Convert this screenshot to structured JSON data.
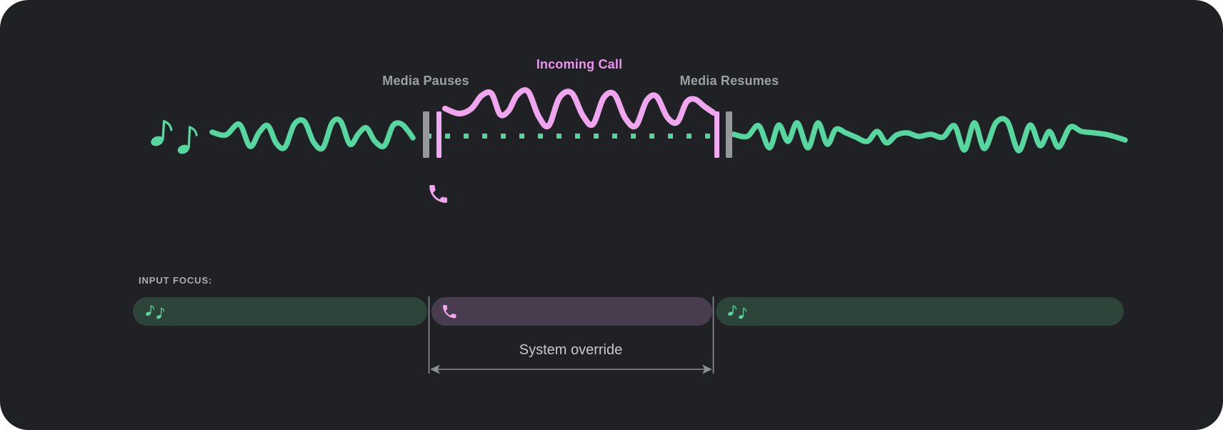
{
  "colors": {
    "page_bg": "#ffffff",
    "panel_bg": "#202124",
    "media_green": "#57d7a0",
    "dot_green": "#4fd79c",
    "call_pink": "#f0a6ee",
    "bar_pink": "#f0a9f3",
    "pause_bar_gray": "#97989b",
    "pill_green": "#2c4439",
    "pill_purple": "#483c4f",
    "label_gray": "#9aa0a6",
    "incoming_text_pink": "#ee93f2",
    "heading_gray": "#a9aeb3",
    "annotation_gray": "#c6c9cc",
    "arrow_gray": "#8b9095"
  },
  "timeline": {
    "media_pauses_label": "Media Pauses",
    "incoming_call_label": "Incoming Call",
    "media_resumes_label": "Media Resumes",
    "media_icon": "music-notes-icon",
    "call_icon": "phone-handset-icon"
  },
  "input_focus": {
    "heading": "INPUT FOCUS:",
    "segments": [
      {
        "type": "media",
        "icon": "music-notes-icon"
      },
      {
        "type": "call",
        "icon": "phone-handset-icon"
      },
      {
        "type": "media",
        "icon": "music-notes-icon"
      }
    ],
    "annotation": "System override"
  }
}
